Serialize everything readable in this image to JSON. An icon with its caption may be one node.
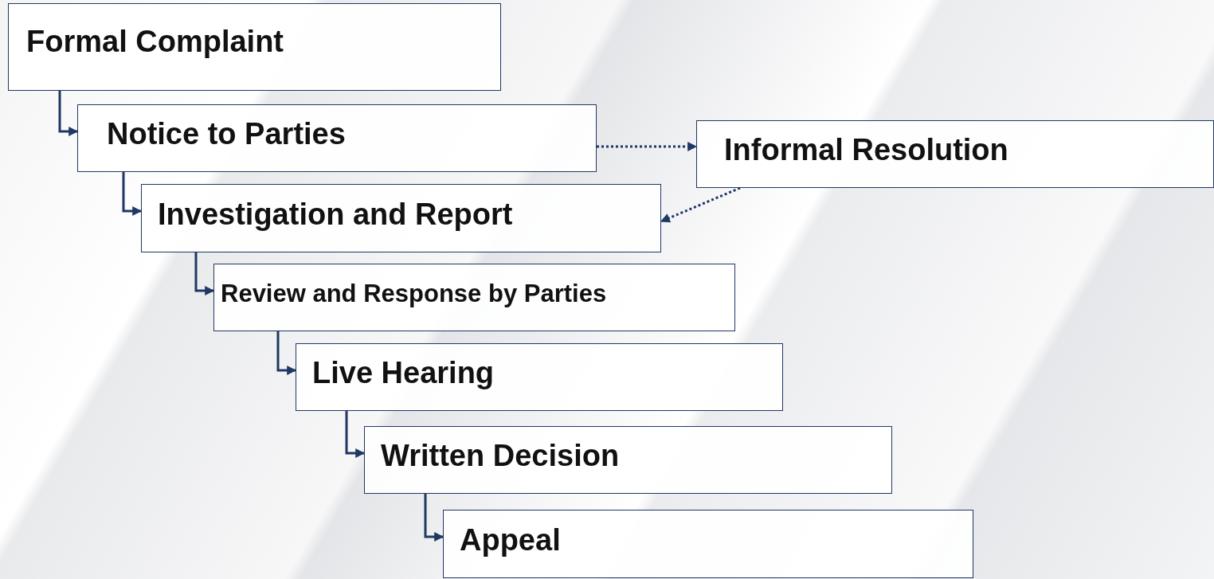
{
  "diagram": {
    "nodes": [
      {
        "text": [
          "Formal Complaint"
        ]
      },
      {
        "text": [
          "Notice to Parties"
        ]
      },
      {
        "text": [
          "Informal Resolution"
        ]
      },
      {
        "text": [
          "Investigation and Report"
        ]
      },
      {
        "text": [
          "Review and Response by Parties"
        ]
      },
      {
        "text": [
          "Live Hearing"
        ]
      },
      {
        "text": [
          "Written Decision"
        ]
      },
      {
        "text": [
          "Appeal"
        ]
      }
    ],
    "edges": [
      {
        "from": 0,
        "to": 1,
        "arrow": "to"
      },
      {
        "from": 1,
        "to": 2,
        "arrow": "to",
        "style": "dashed"
      },
      {
        "from": 2,
        "to": 3,
        "arrow": "to",
        "style": "dashed"
      },
      {
        "from": 1,
        "to": 3,
        "arrow": "to"
      },
      {
        "from": 3,
        "to": 4,
        "arrow": "to"
      },
      {
        "from": 4,
        "to": 5,
        "arrow": "to"
      },
      {
        "from": 5,
        "to": 6,
        "arrow": "to"
      },
      {
        "from": 6,
        "to": 7,
        "arrow": "to"
      }
    ]
  }
}
